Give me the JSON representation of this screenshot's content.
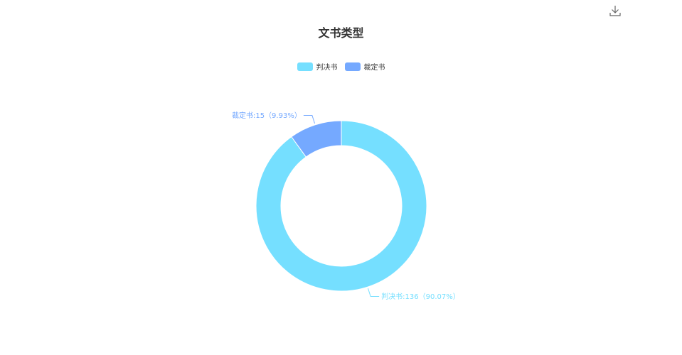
{
  "toolbar": {
    "download_icon": "download-icon"
  },
  "chart_data": {
    "type": "pie",
    "variant": "donut",
    "title": "文书类型",
    "legend_position": "top-center",
    "series": [
      {
        "name": "判决书",
        "value": 136,
        "percent": "90.07%",
        "label": "判决书:136（90.07%）",
        "color": "#75DFFF"
      },
      {
        "name": "裁定书",
        "value": 15,
        "percent": "9.93%",
        "label": "裁定书:15（9.93%）",
        "color": "#75A9FF"
      }
    ]
  }
}
